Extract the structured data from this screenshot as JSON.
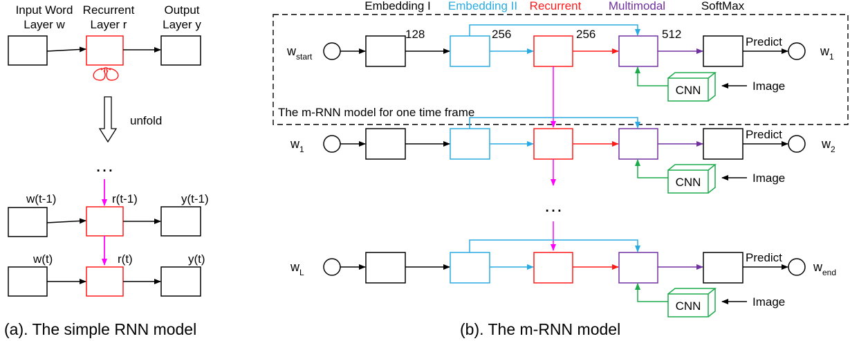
{
  "colors": {
    "black": "#000000",
    "embedding2": "#29abe2",
    "recurrent": "#ff1a1a",
    "multimodal": "#7030a0",
    "cnn": "#1aaa4a",
    "feedback": "#ff00ff"
  },
  "panel_a": {
    "header_input": [
      "Input Word",
      "Layer w"
    ],
    "header_recurrent": [
      "Recurrent",
      "Layer r"
    ],
    "header_output": [
      "Output",
      "Layer y"
    ],
    "unfold_label": "unfold",
    "ellipsis": "…",
    "row1_w": "w(t-1)",
    "row1_r": "r(t-1)",
    "row1_y": "y(t-1)",
    "row2_w": "w(t)",
    "row2_r": "r(t)",
    "row2_y": "y(t)",
    "caption": "(a). The simple RNN model"
  },
  "panel_b": {
    "legend": {
      "embedding1": "Embedding I",
      "embedding2": "Embedding II",
      "recurrent": "Recurrent",
      "multimodal": "Multimodal",
      "softmax": "SoftMax"
    },
    "dims": {
      "d1": "128",
      "d2": "256",
      "d3": "256",
      "d4": "512"
    },
    "frame_label": "The m-RNN model for one time frame",
    "rows": [
      {
        "input_base": "w",
        "input_sub": "start",
        "output_base": "w",
        "output_sub": "1"
      },
      {
        "input_base": "w",
        "input_sub": "1",
        "output_base": "w",
        "output_sub": "2"
      },
      {
        "input_base": "w",
        "input_sub": "L",
        "output_base": "w",
        "output_sub": "end"
      }
    ],
    "predict_label": "Predict",
    "cnn_label": "CNN",
    "image_label": "Image",
    "ellipsis": "…",
    "caption": "(b). The m-RNN model"
  }
}
